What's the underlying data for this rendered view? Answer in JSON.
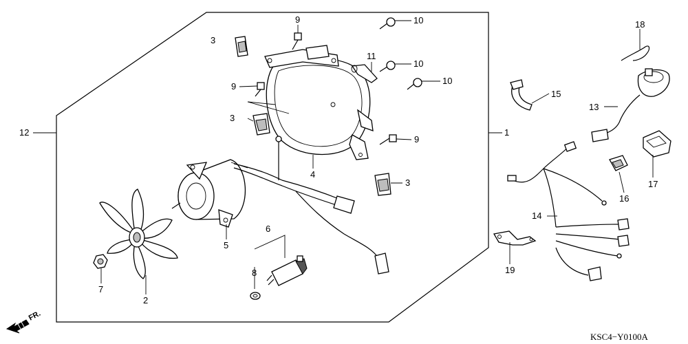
{
  "callouts": {
    "c1": "1",
    "c2": "2",
    "c3a": "3",
    "c3b": "3",
    "c3c": "3",
    "c4": "4",
    "c5": "5",
    "c6": "6",
    "c7": "7",
    "c8": "8",
    "c9a": "9",
    "c9b": "9",
    "c9c": "9",
    "c10a": "10",
    "c10b": "10",
    "c10c": "10",
    "c11": "11",
    "c12": "12",
    "c13": "13",
    "c14": "14",
    "c15": "15",
    "c16": "16",
    "c17": "17",
    "c18": "18",
    "c19": "19"
  },
  "front_marker": "FR.",
  "diagram_code": "KSC4−Y0100A"
}
